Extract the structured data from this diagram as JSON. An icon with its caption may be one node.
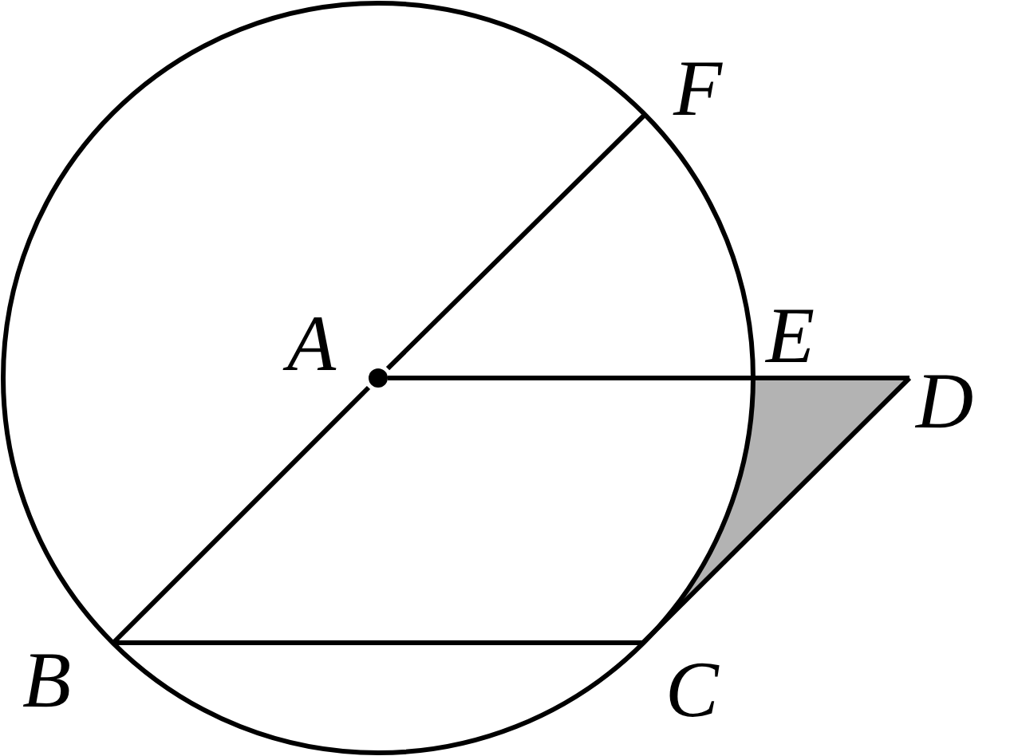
{
  "diagram": {
    "nodes": [
      {
        "text": [
          "F"
        ]
      },
      {
        "text": [
          "A"
        ]
      },
      {
        "text": [
          "E"
        ]
      },
      {
        "text": [
          "D"
        ]
      },
      {
        "text": [
          "B"
        ]
      },
      {
        "text": [
          "C"
        ]
      }
    ],
    "edges": [
      {
        "from": 1,
        "to": 0,
        "arrow": "none"
      },
      {
        "from": 1,
        "to": 4,
        "arrow": "none"
      },
      {
        "from": 1,
        "to": 3,
        "arrow": "none"
      },
      {
        "from": 4,
        "to": 5,
        "arrow": "none"
      },
      {
        "from": 5,
        "to": 3,
        "arrow": "none"
      }
    ]
  }
}
